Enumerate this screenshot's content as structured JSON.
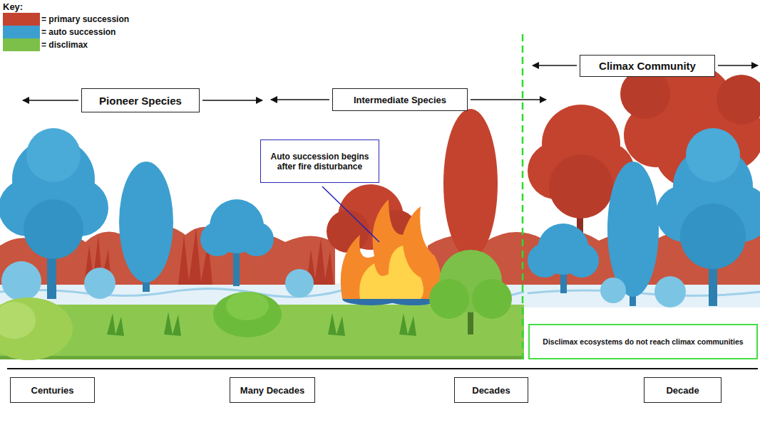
{
  "diagram": {
    "nodes": [
      {
        "text": [
          "Climax Community"
        ]
      },
      {
        "text": [
          "Pioneer Species"
        ]
      },
      {
        "text": [
          "Intermediate Species"
        ]
      },
      {
        "text": [
          "Auto succession begins after fire disturbance"
        ]
      },
      {
        "text": [
          "Disclimax ecosystems do not reach climax communities"
        ]
      },
      {
        "text": [
          "Centuries"
        ]
      },
      {
        "text": [
          "Many Decades"
        ]
      },
      {
        "text": [
          "Decades"
        ]
      },
      {
        "text": [
          "Decade"
        ]
      }
    ],
    "labels": [
      "Key:"
    ],
    "legend": [
      {
        "text": "= primary succession",
        "color": "#c4432f"
      },
      {
        "text": "= auto succession",
        "color": "#3c9fd0"
      },
      {
        "text": "= disclimax",
        "color": "#7cc04a"
      }
    ]
  }
}
